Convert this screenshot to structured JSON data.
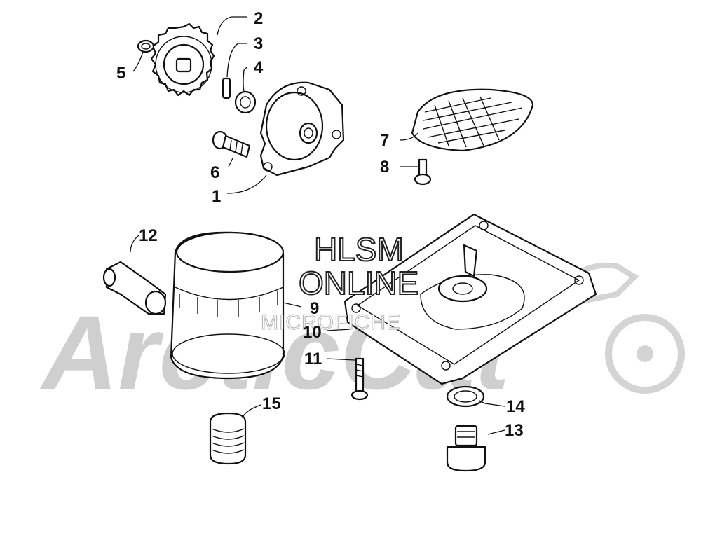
{
  "watermark": {
    "brand": "ArcticCat",
    "line1": "HLSM",
    "line2": "ONLINE",
    "line3": "MICROFICHE"
  },
  "callouts": [
    "1",
    "2",
    "3",
    "4",
    "5",
    "6",
    "7",
    "8",
    "9",
    "10",
    "11",
    "12",
    "13",
    "14",
    "15"
  ]
}
